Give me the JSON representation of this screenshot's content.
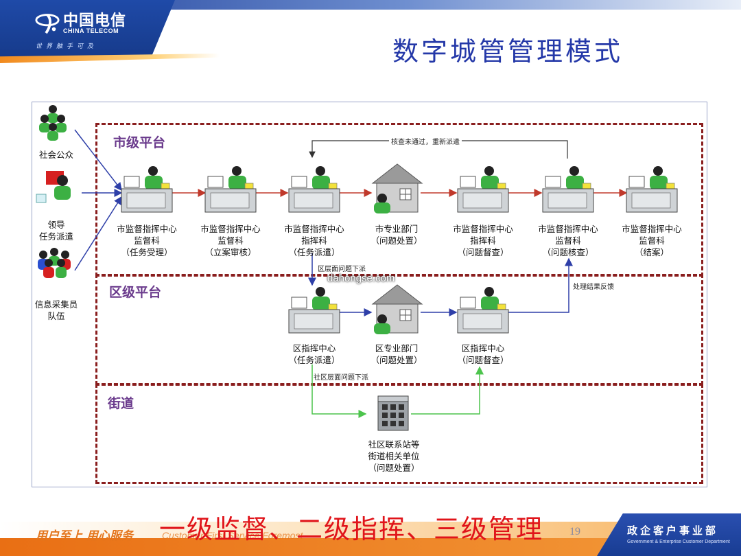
{
  "header": {
    "logo_cn": "中国电信",
    "logo_en": "CHINA TELECOM",
    "logo_slogan": "世界触手可及",
    "title": "数字城管管理模式"
  },
  "diagram": {
    "zones": {
      "city": "市级平台",
      "district": "区级平台",
      "street": "街道"
    },
    "actors": [
      {
        "label": "社会公众"
      },
      {
        "label": "领导\n任务派遣"
      },
      {
        "label": "信息采集员\n队伍"
      }
    ],
    "city_nodes": [
      {
        "label": "市监督指挥中心\n监督科\n（任务受理）"
      },
      {
        "label": "市监督指挥中心\n监督科\n（立案审核）"
      },
      {
        "label": "市监督指挥中心\n指挥科\n（任务派遣）"
      },
      {
        "label": "市专业部门\n（问题处置）"
      },
      {
        "label": "市监督指挥中心\n指挥科\n（问题督查）"
      },
      {
        "label": "市监督指挥中心\n监督科\n（问题核查）"
      },
      {
        "label": "市监督指挥中心\n监督科\n（结案）"
      }
    ],
    "district_nodes": [
      {
        "label": "区指挥中心\n（任务派遣）"
      },
      {
        "label": "区专业部门\n（问题处置）"
      },
      {
        "label": "区指挥中心\n（问题督查）"
      }
    ],
    "street_node": {
      "label": "社区联系站等\n街道相关单位\n（问题处置）"
    },
    "line_labels": {
      "recheck": "核查未通过，重新派遣",
      "to_district": "区层面问题下派",
      "feedback": "处理结果反馈",
      "to_community": "社区层面问题下派"
    },
    "watermark": "dahongse.com"
  },
  "footer": {
    "slogan": "用户至上  用心服务",
    "slogan_en": "Customer First  Service Foremost",
    "big_text": "一级监督、二级指挥、三级管理",
    "page_number": "19",
    "dept_cn": "政企客户事业部",
    "dept_en": "Government & Enterprise Customer Department"
  },
  "colors": {
    "title": "#2438a8",
    "zone_border": "#8a1e1e",
    "zone_label": "#6a3a8c",
    "city_flow": "#c0392b",
    "district_flow": "#2e3fa8",
    "street_flow": "#4cc44c",
    "footer_big": "#e0141a",
    "person": "#3cb043"
  }
}
